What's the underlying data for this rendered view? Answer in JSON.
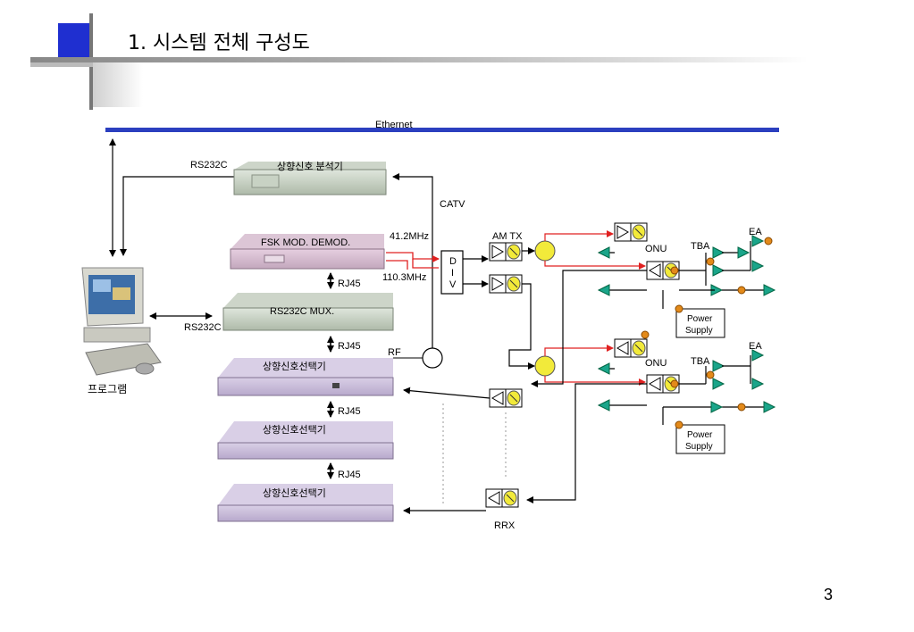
{
  "page": {
    "title": "1. 시스템 전체 구성도",
    "page_number": "3"
  },
  "network": {
    "ethernet_label": "Ethernet",
    "catv_label": "CATV",
    "rf_label": "RF"
  },
  "devices": {
    "analyzer": "상향신호 분석기",
    "fsk": "FSK MOD. DEMOD.",
    "mux": "RS232C MUX.",
    "selector1": "상향신호선택기",
    "selector2": "상향신호선택기",
    "selector3": "상향신호선택기",
    "program": "프로그램"
  },
  "links": {
    "rs232c_top": "RS232C",
    "rs232c_mid": "RS232C",
    "rj45_1": "RJ45",
    "rj45_2": "RJ45",
    "rj45_3": "RJ45",
    "rj45_4": "RJ45",
    "freq_1": "41.2MHz",
    "freq_2": "110.3MHz"
  },
  "optical": {
    "div_letters": [
      "D",
      "I",
      "V"
    ],
    "am_tx": "AM TX",
    "rrx": "RRX",
    "onu_1": "ONU",
    "onu_2": "ONU",
    "tba_1": "TBA",
    "tba_2": "TBA",
    "ea_1": "EA",
    "ea_2": "EA",
    "power_supply_1": [
      "Power",
      "Supply"
    ],
    "power_supply_2": [
      "Power",
      "Supply"
    ]
  },
  "colors": {
    "ethernet_bar": "#2b3fbf",
    "rf_signal": "#e02020",
    "title_accent": "#1f2fd0",
    "amplifier_fill": "#1aa58a",
    "coupler_fill": "#f2ea3a",
    "tap_fill": "#e38a1a"
  }
}
